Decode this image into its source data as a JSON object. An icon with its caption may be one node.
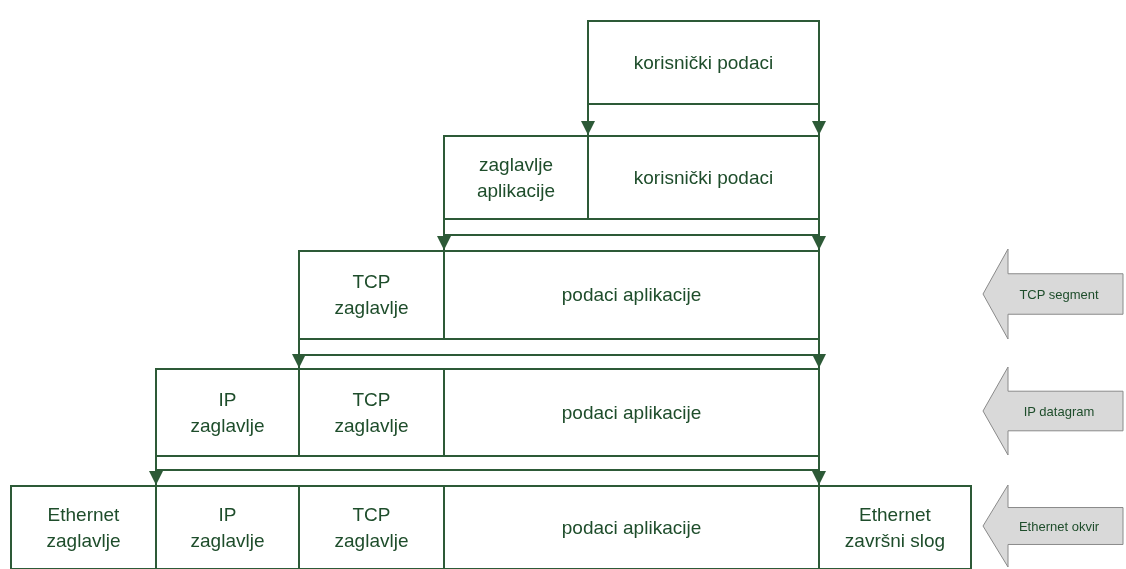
{
  "diagram": {
    "nodes": [
      {
        "text": [
          "korisnički podaci"
        ]
      },
      {
        "text": [
          "zaglavlje aplikacije"
        ]
      },
      {
        "text": [
          "korisnički podaci"
        ]
      },
      {
        "text": [
          "TCP zaglavlje"
        ]
      },
      {
        "text": [
          "podaci aplikacije"
        ]
      },
      {
        "text": [
          "IP zaglavlje"
        ]
      },
      {
        "text": [
          "TCP zaglavlje"
        ]
      },
      {
        "text": [
          "podaci aplikacije"
        ]
      },
      {
        "text": [
          "Ethernet zaglavlje"
        ]
      },
      {
        "text": [
          "IP zaglavlje"
        ]
      },
      {
        "text": [
          "TCP zaglavlje"
        ]
      },
      {
        "text": [
          "podaci aplikacije"
        ]
      },
      {
        "text": [
          "Ethernet završni slog"
        ]
      },
      {
        "text": [
          "TCP segment"
        ]
      },
      {
        "text": [
          "IP datagram"
        ]
      },
      {
        "text": [
          "Ethernet okvir"
        ]
      }
    ],
    "edges": [
      {
        "from": 0,
        "to": 2,
        "arrow": "to"
      },
      {
        "from": 0,
        "to": 2,
        "arrow": "to"
      },
      {
        "from": 1,
        "to": 4,
        "arrow": "to"
      },
      {
        "from": 2,
        "to": 4,
        "arrow": "to"
      },
      {
        "from": 3,
        "to": 6,
        "arrow": "to"
      },
      {
        "from": 4,
        "to": 7,
        "arrow": "to"
      },
      {
        "from": 5,
        "to": 9,
        "arrow": "to"
      },
      {
        "from": 7,
        "to": 11,
        "arrow": "to"
      }
    ]
  }
}
